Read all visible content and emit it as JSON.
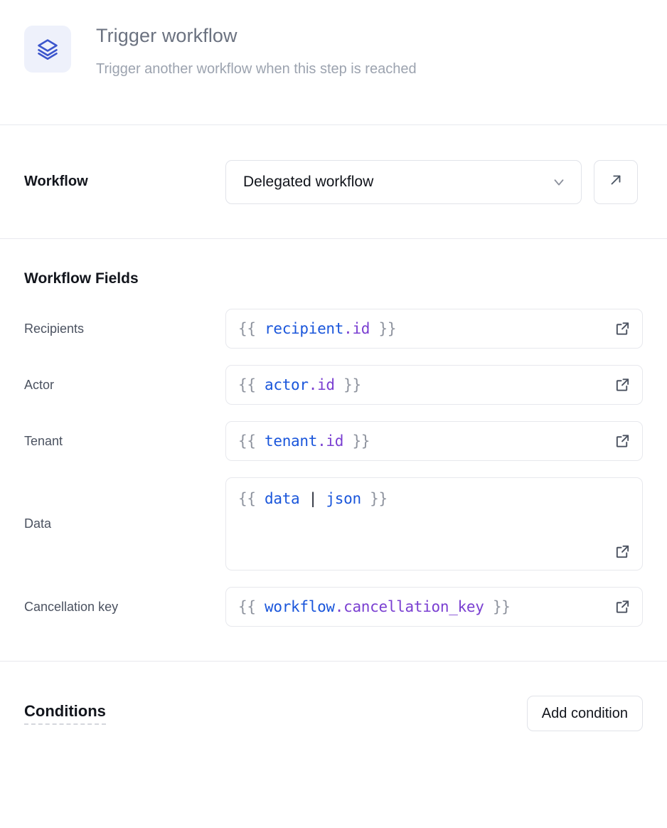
{
  "header": {
    "icon": "layers-icon",
    "title": "Trigger workflow",
    "subtitle": "Trigger another workflow when this step is reached",
    "icon_color": "#3b55cc",
    "icon_bg": "#eef1fb"
  },
  "workflow": {
    "label": "Workflow",
    "selected": "Delegated workflow",
    "select_icon": "chevron-down-icon",
    "goto_icon": "arrow-up-right-icon"
  },
  "fields_section": {
    "title": "Workflow Fields",
    "expand_icon": "external-link-icon",
    "fields": [
      {
        "label": "Recipients",
        "value": "{{ recipient.id }}",
        "multiline": false,
        "tokens": [
          {
            "text": "{{ ",
            "type": "brace"
          },
          {
            "text": "recipient",
            "type": "obj"
          },
          {
            "text": ".id",
            "type": "prop"
          },
          {
            "text": " }}",
            "type": "brace"
          }
        ]
      },
      {
        "label": "Actor",
        "value": "{{ actor.id }}",
        "multiline": false,
        "tokens": [
          {
            "text": "{{ ",
            "type": "brace"
          },
          {
            "text": "actor",
            "type": "obj"
          },
          {
            "text": ".id",
            "type": "prop"
          },
          {
            "text": " }}",
            "type": "brace"
          }
        ]
      },
      {
        "label": "Tenant",
        "value": "{{ tenant.id }}",
        "multiline": false,
        "tokens": [
          {
            "text": "{{ ",
            "type": "brace"
          },
          {
            "text": "tenant",
            "type": "obj"
          },
          {
            "text": ".id",
            "type": "prop"
          },
          {
            "text": " }}",
            "type": "brace"
          }
        ]
      },
      {
        "label": "Data",
        "value": "{{ data | json }}",
        "multiline": true,
        "tokens": [
          {
            "text": "{{ ",
            "type": "brace"
          },
          {
            "text": "data",
            "type": "obj"
          },
          {
            "text": " ",
            "type": "brace"
          },
          {
            "text": "|",
            "type": "pipe"
          },
          {
            "text": " ",
            "type": "brace"
          },
          {
            "text": "json",
            "type": "obj"
          },
          {
            "text": " }}",
            "type": "brace"
          }
        ]
      },
      {
        "label": "Cancellation key",
        "value": "{{ workflow.cancellation_key }}",
        "multiline": false,
        "tokens": [
          {
            "text": "{{ ",
            "type": "brace"
          },
          {
            "text": "workflow",
            "type": "obj"
          },
          {
            "text": ".cancellation_key",
            "type": "prop"
          },
          {
            "text": " }}",
            "type": "brace"
          }
        ]
      }
    ]
  },
  "conditions": {
    "title": "Conditions",
    "add_label": "Add condition"
  },
  "colors": {
    "accent": "#3b55cc",
    "code_object": "#1a56db",
    "code_property": "#7a3fd1",
    "code_brace": "#8e939e",
    "border": "#e1e3e9",
    "divider": "#e8e9ee"
  }
}
